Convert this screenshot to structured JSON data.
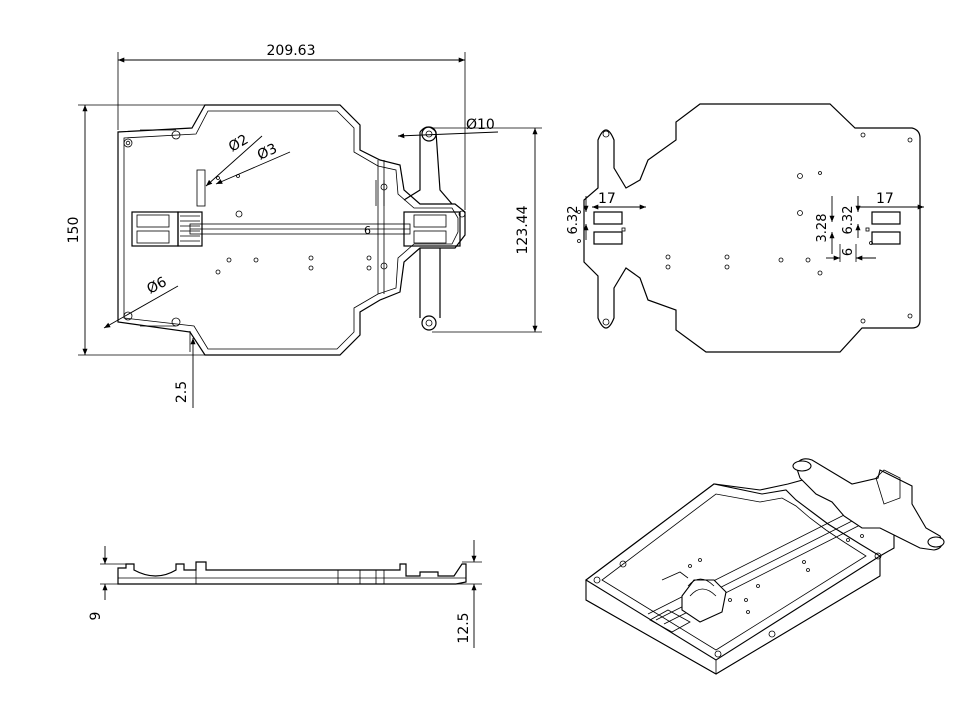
{
  "drawing": {
    "top_view": {
      "overall_width": "209.63",
      "overall_height": "150",
      "mount_span": "123.44",
      "wall_thickness": "2.5",
      "hole_small": "Ø2",
      "hole_medium": "Ø3",
      "hole_large": "Ø6",
      "pivot_hole": "Ø10",
      "slot_note": "6"
    },
    "bottom_view": {
      "left_slot_width": "17",
      "left_slot_height": "6.32",
      "right_slot_width": "17",
      "right_slot_height": "6.32",
      "right_gap": "3.28",
      "right_offset": "6"
    },
    "side_view": {
      "base_height": "9",
      "total_height": "12.5"
    }
  }
}
